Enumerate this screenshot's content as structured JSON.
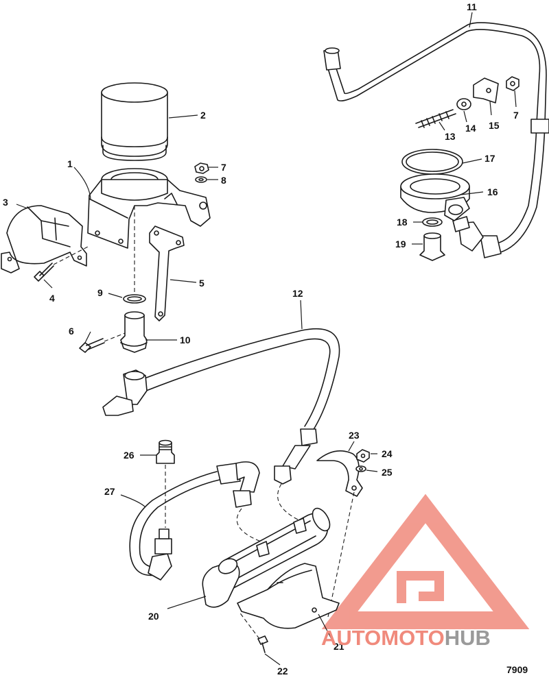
{
  "figure_number": "7909",
  "callouts": [
    {
      "id": "1",
      "label": "1"
    },
    {
      "id": "2",
      "label": "2"
    },
    {
      "id": "3",
      "label": "3"
    },
    {
      "id": "4",
      "label": "4"
    },
    {
      "id": "5",
      "label": "5"
    },
    {
      "id": "6",
      "label": "6"
    },
    {
      "id": "7a",
      "label": "7"
    },
    {
      "id": "7b",
      "label": "7"
    },
    {
      "id": "8",
      "label": "8"
    },
    {
      "id": "9",
      "label": "9"
    },
    {
      "id": "10",
      "label": "10"
    },
    {
      "id": "11",
      "label": "11"
    },
    {
      "id": "12",
      "label": "12"
    },
    {
      "id": "13",
      "label": "13"
    },
    {
      "id": "14",
      "label": "14"
    },
    {
      "id": "15",
      "label": "15"
    },
    {
      "id": "16",
      "label": "16"
    },
    {
      "id": "17",
      "label": "17"
    },
    {
      "id": "18",
      "label": "18"
    },
    {
      "id": "19",
      "label": "19"
    },
    {
      "id": "20",
      "label": "20"
    },
    {
      "id": "21",
      "label": "21"
    },
    {
      "id": "22",
      "label": "22"
    },
    {
      "id": "23",
      "label": "23"
    },
    {
      "id": "24",
      "label": "24"
    },
    {
      "id": "25",
      "label": "25"
    },
    {
      "id": "26",
      "label": "26"
    },
    {
      "id": "27",
      "label": "27"
    }
  ],
  "watermark": {
    "part1": "AUTOMOTO",
    "part2": "HUB",
    "color_primary": "#f08a7c",
    "color_secondary": "#9a9a9a"
  }
}
